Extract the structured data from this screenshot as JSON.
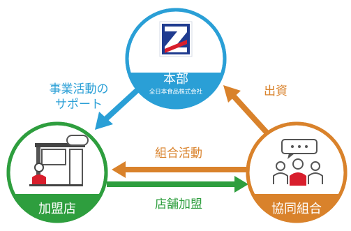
{
  "colors": {
    "blue": "#2a9fd6",
    "green": "#2e9e3e",
    "orange": "#d9822b",
    "red": "#d81e2c",
    "navy": "#1f3b8f"
  },
  "nodes": {
    "headquarters": {
      "label": "本部",
      "sublabel": "全日本食品株式会社",
      "icon": "company-logo-icon"
    },
    "member_store": {
      "label": "加盟店",
      "icon": "storefront-icon"
    },
    "cooperative": {
      "label": "協同組合",
      "icon": "meeting-group-icon"
    }
  },
  "edges": {
    "business_support": {
      "from": "本部",
      "to": "加盟店",
      "line1": "事業活動の",
      "line2": "サポート"
    },
    "investment": {
      "from": "協同組合",
      "to": "本部",
      "label": "出資"
    },
    "coop_activities": {
      "from": "協同組合",
      "to": "加盟店",
      "label": "組合活動"
    },
    "store_membership": {
      "from": "加盟店",
      "to": "協同組合",
      "label": "店舗加盟"
    }
  }
}
